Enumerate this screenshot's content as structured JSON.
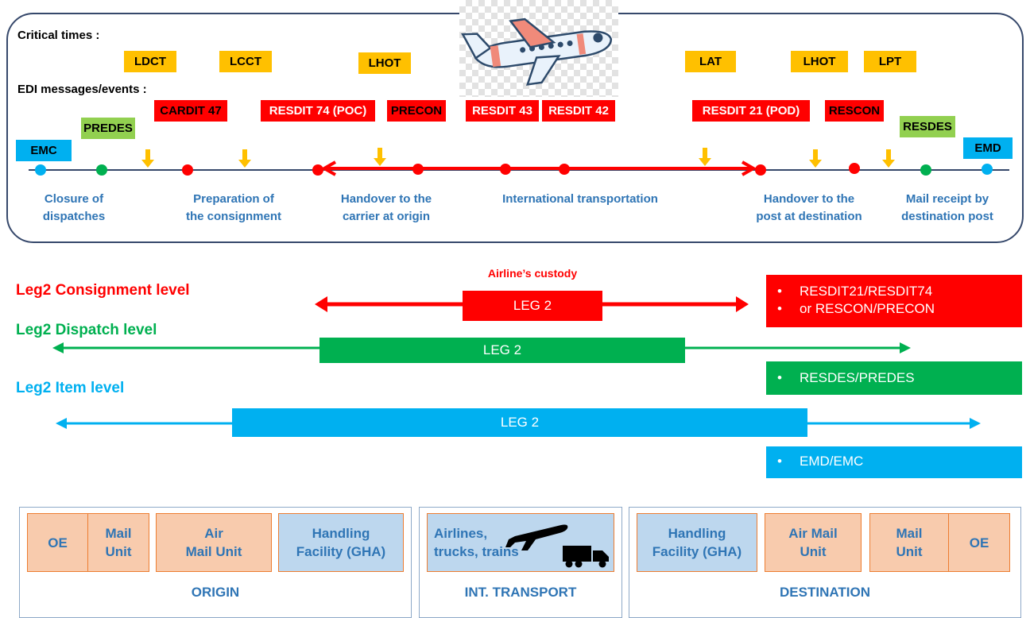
{
  "top": {
    "critical_times_label": "Critical times :",
    "edi_label": "EDI messages/events :",
    "critical_times": [
      "LDCT",
      "LCCT",
      "LHOT",
      "LAT",
      "LHOT",
      "LPT"
    ],
    "edi_messages": [
      "CARDIT 47",
      "RESDIT 74 (POC)",
      "PRECON",
      "RESDIT 43",
      "RESDIT 42",
      "RESDIT 21 (POD)",
      "RESCON"
    ],
    "dispatch_messages": [
      "PREDES",
      "RESDES"
    ],
    "mail_messages": [
      "EMC",
      "EMD"
    ],
    "stages": [
      "Closure of\ndispatches",
      "Preparation of\nthe consignment",
      "Handover to the\ncarrier at origin",
      "International transportation",
      "Handover to the\npost at destination",
      "Mail receipt by\ndestination post"
    ]
  },
  "levels": {
    "consignment": "Leg2 Consignment level",
    "dispatch": "Leg2 Dispatch level",
    "item": "Leg2 Item level",
    "custody_label": "Airline’s custody",
    "leg_label": "LEG 2",
    "consignment_msgs": [
      "RESDIT21/RESDIT74",
      "or RESCON/PRECON"
    ],
    "dispatch_msgs": [
      "RESDES/PREDES"
    ],
    "item_msgs": [
      "EMD/EMC"
    ]
  },
  "bottom": {
    "origin_title": "ORIGIN",
    "transport_title": "INT. TRANSPORT",
    "destination_title": "DESTINATION",
    "origin_cells": [
      "OE",
      "Mail\nUnit",
      "Air\nMail Unit",
      "Handling\nFacility (GHA)"
    ],
    "transport_cell": [
      "Airlines,",
      "trucks, trains"
    ],
    "destination_cells": [
      "Handling\nFacility (GHA)",
      "Air Mail\nUnit",
      "Mail\nUnit",
      "OE"
    ]
  },
  "colors": {
    "red": "#ff0000",
    "green": "#00b050",
    "blue": "#00b0f0",
    "yellow": "#ffc000",
    "stage_text": "#2f75b5",
    "timeline": "#36486b"
  }
}
